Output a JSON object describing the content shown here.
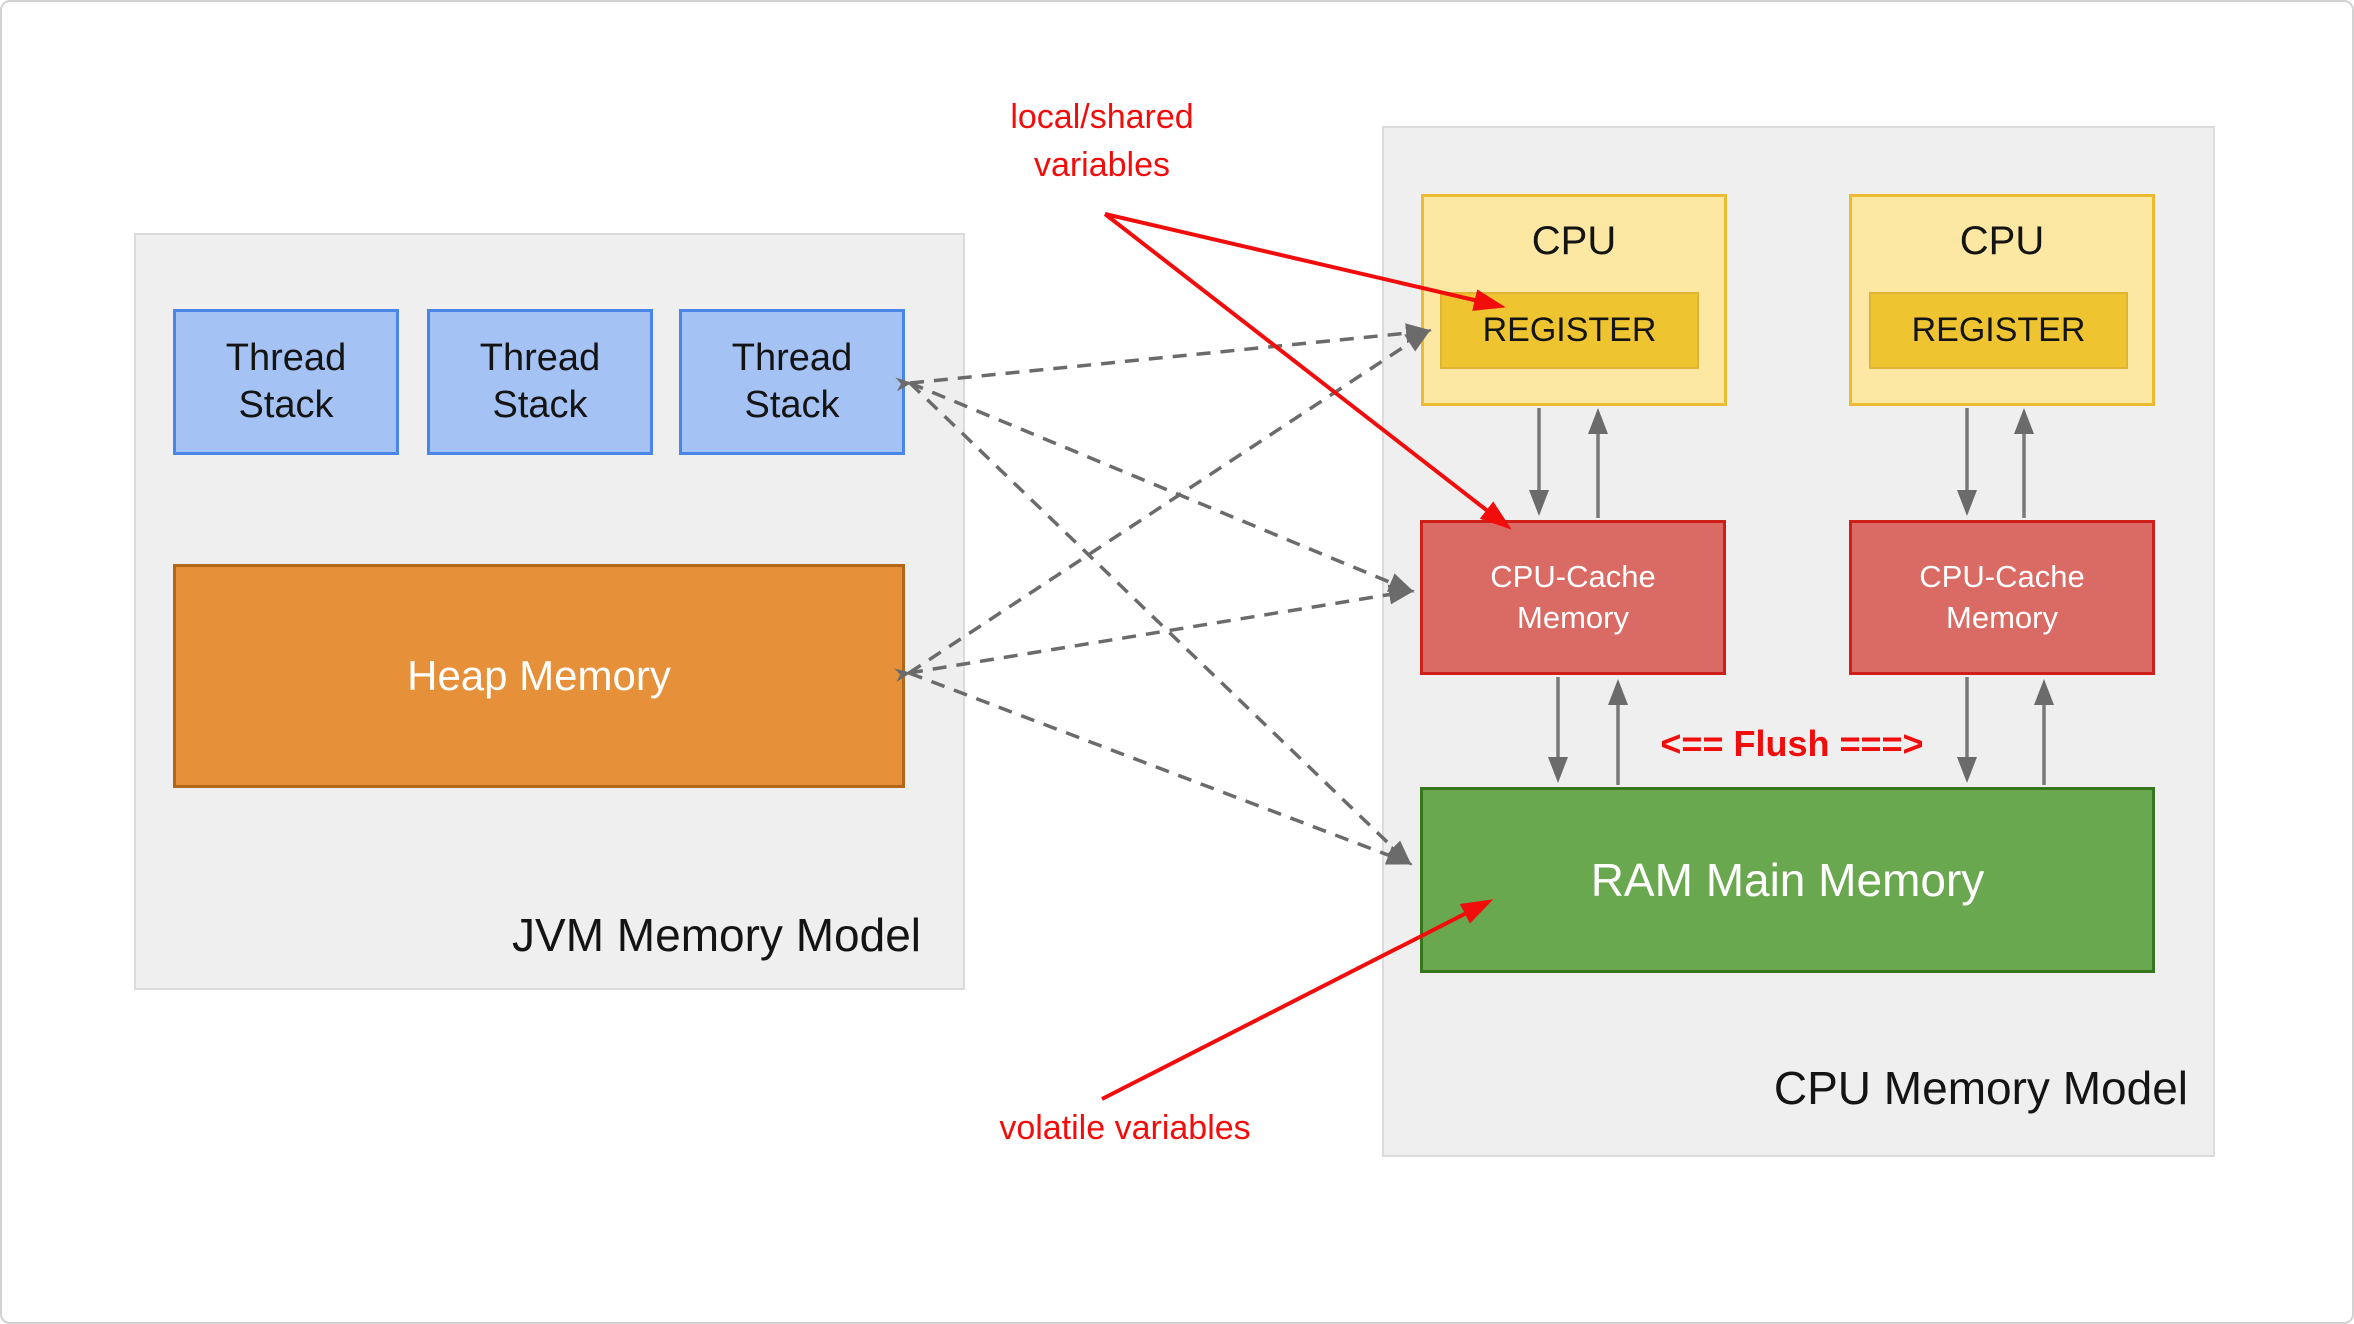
{
  "jvm_model": {
    "title": "JVM Memory Model",
    "thread_stacks": [
      {
        "label": "Thread Stack"
      },
      {
        "label": "Thread Stack"
      },
      {
        "label": "Thread Stack"
      }
    ],
    "heap_label": "Heap Memory"
  },
  "cpu_model": {
    "title": "CPU Memory Model",
    "flush_label": "<== Flush ===>",
    "units": [
      {
        "cpu_label": "CPU",
        "register_label": "REGISTER",
        "cache_label": "CPU-Cache Memory"
      },
      {
        "cpu_label": "CPU",
        "register_label": "REGISTER",
        "cache_label": "CPU-Cache Memory"
      }
    ],
    "ram_label": "RAM Main Memory"
  },
  "annotations": {
    "local_shared": "local/shared variables",
    "volatile": "volatile variables"
  },
  "colors": {
    "container-fill": "#EFEFEF",
    "container-border": "#DBDBDB",
    "thread-fill": "#A4C2F4",
    "thread-border": "#4A86E8",
    "heap-fill": "#E6913A",
    "heap-border": "#B26818",
    "cpu-fill": "#FCE8A3",
    "cpu-border": "#EDBB31",
    "register-fill": "#EFC431",
    "register-border": "#E2B233",
    "cache-fill": "#D96A64",
    "cache-border": "#CE2018",
    "ram-fill": "#6AA84F",
    "ram-border": "#38761D",
    "annotation-red": "#F20D0D",
    "connector-gray": "#6B6B6B",
    "arrow-shaft-gray": "#787878",
    "text-dark": "#141414",
    "text-light": "#FFFFFF"
  }
}
